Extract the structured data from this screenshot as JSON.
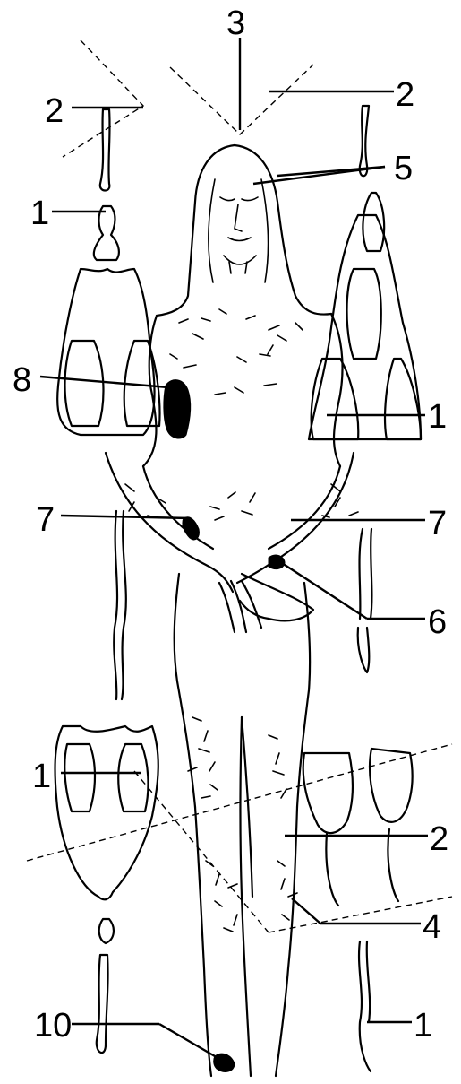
{
  "labels": {
    "l3_top": "3",
    "l2_left": "2",
    "l2_right": "2",
    "l5": "5",
    "l1_upper_left": "1",
    "l8": "8",
    "l1_mid_right": "1",
    "l7_left": "7",
    "l7_right": "7",
    "l6": "6",
    "l1_lower_left": "1",
    "l2_lower_right": "2",
    "l4": "4",
    "l10": "10",
    "l1_bottom_right": "1"
  },
  "colors": {
    "ink": "#000000",
    "paper": "#ffffff"
  }
}
